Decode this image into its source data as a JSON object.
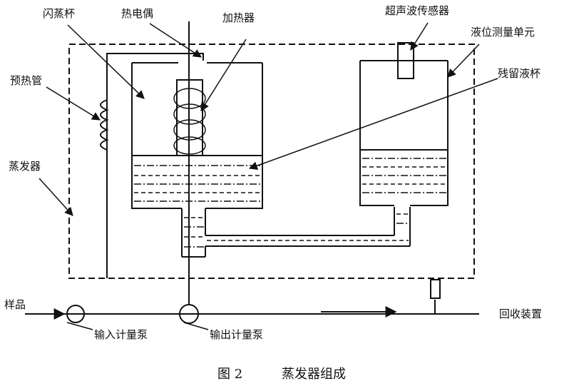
{
  "labels": {
    "flash_cup": "闪蒸杯",
    "thermocouple": "热电偶",
    "heater": "加热器",
    "ultrasonic_sensor": "超声波传感器",
    "level_unit": "液位测量单元",
    "residual_cup": "残留液杯",
    "preheat_tube": "预热管",
    "evaporator": "蒸发器",
    "sample": "样品",
    "recovery": "回收装置",
    "input_pump": "输入计量泵",
    "output_pump": "输出计量泵"
  },
  "caption": {
    "number": "图 2",
    "title": "蒸发器组成"
  }
}
